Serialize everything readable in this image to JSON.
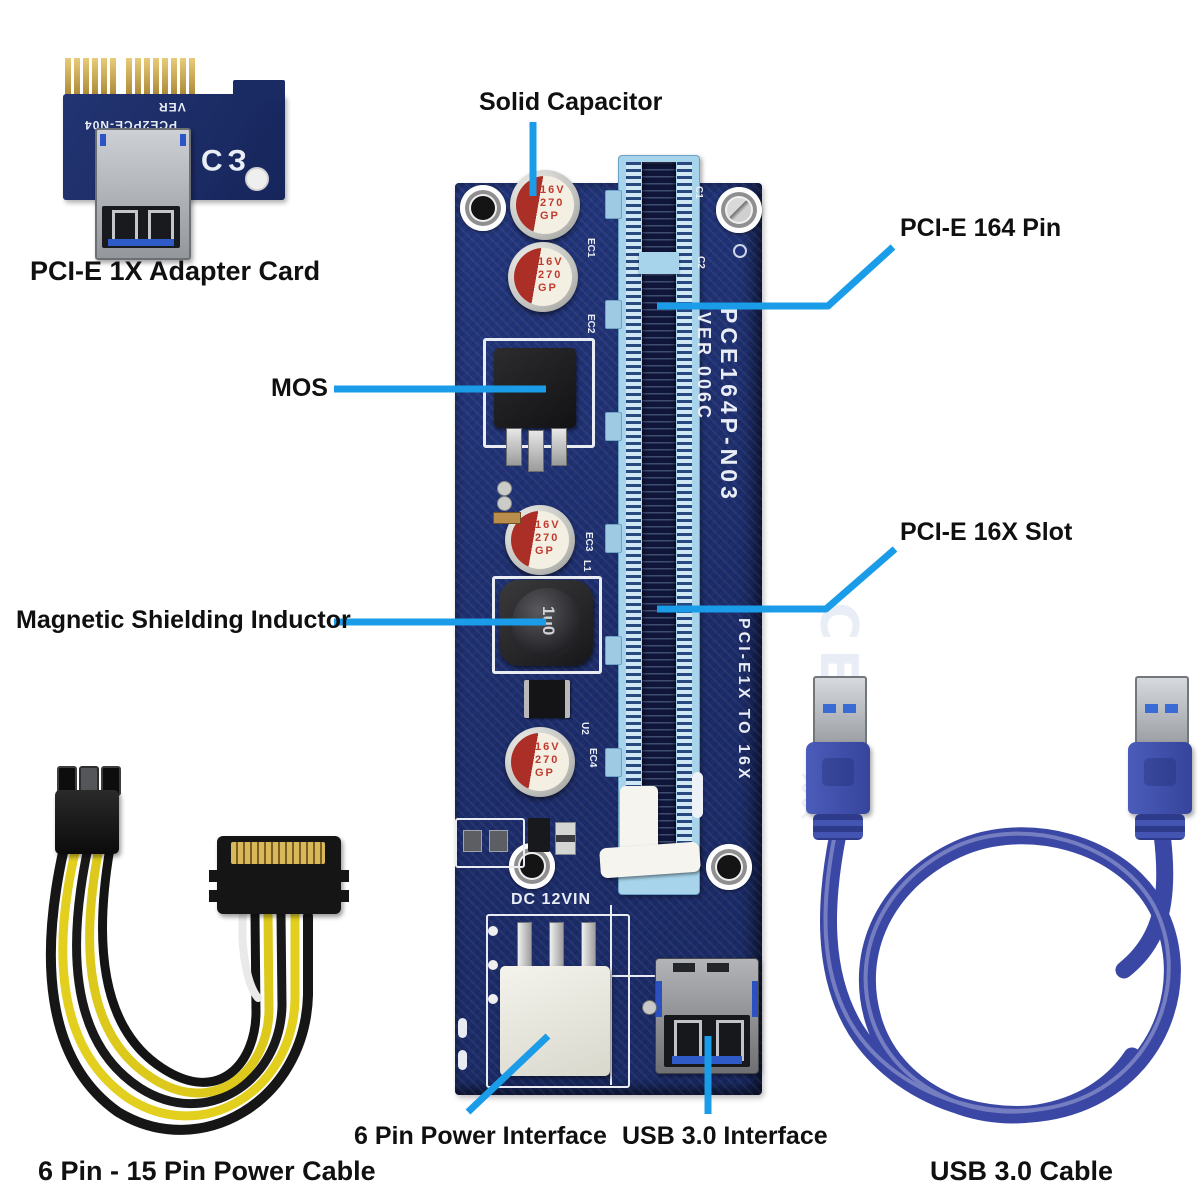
{
  "accent_color": "#1a9ce8",
  "callouts": {
    "solid_capacitor": "Solid Capacitor",
    "pcie_164_pin": "PCI-E 164 Pin",
    "mos": "MOS",
    "pcie_16x_slot": "PCI-E 16X Slot",
    "inductor": "Magnetic Shielding Inductor",
    "six_pin_power": "6 Pin Power Interface",
    "usb3_interface": "USB 3.0 Interface"
  },
  "captions": {
    "adapter_card": "PCI-E 1X Adapter Card",
    "power_cable": "6 Pin - 15 Pin Power Cable",
    "usb_cable": "USB 3.0 Cable"
  },
  "riser_board": {
    "model": "PCE164P-N03",
    "version": "VER 006C",
    "slot_text": "PCI-E1X TO 16X",
    "dc_input_label": "DC 12VIN",
    "capacitor_marking": [
      "16V",
      "270",
      "GP"
    ],
    "inductor_marking": "1u0",
    "refs": {
      "ec1": "EC1",
      "ec2": "EC2",
      "ec3": "EC3",
      "ec4": "EC4",
      "l1": "L1",
      "u2": "U2",
      "c1": "C1",
      "c2": "C2"
    },
    "logos": {
      "ce": "CE",
      "fcc": "FC"
    }
  },
  "adapter_card": {
    "model": "PCE2PCE-N04",
    "version_label": "VER",
    "ce_mark": "ƐƆ"
  }
}
